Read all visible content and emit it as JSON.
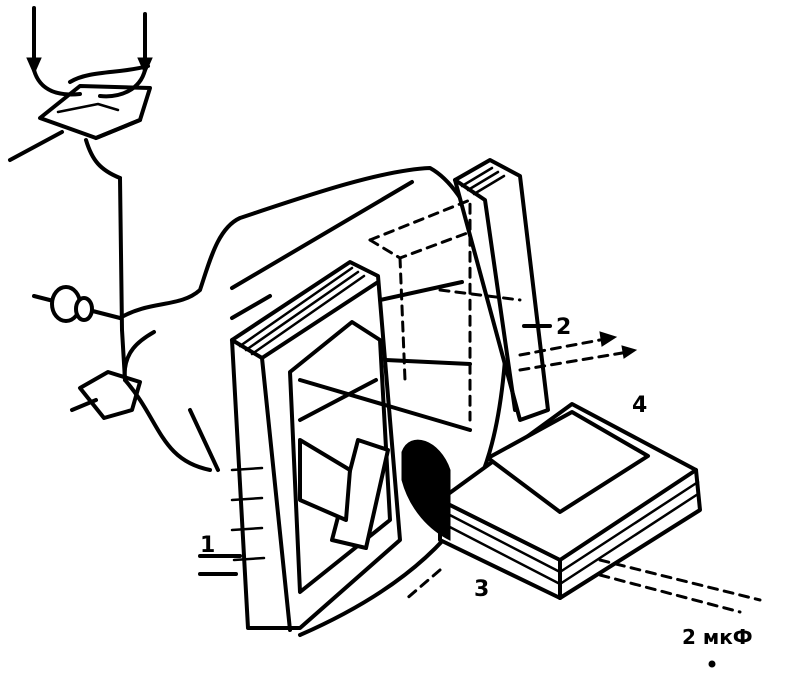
{
  "labels": {
    "coil_1": "1",
    "coil_2": "2",
    "coil_3": "3",
    "coil_4": "4",
    "capacitor": "2 мкФ"
  },
  "colors": {
    "ink": "#000000",
    "paper": "#ffffff"
  }
}
